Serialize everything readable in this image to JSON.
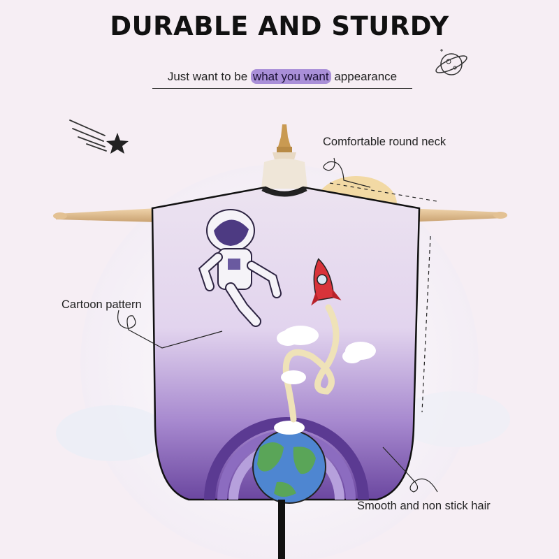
{
  "heading": {
    "title": "DURABLE AND STURDY",
    "subtitle_before": "Just want to be",
    "subtitle_highlight": "what you want",
    "subtitle_after": "appearance"
  },
  "callouts": {
    "neck": "Comfortable round neck",
    "cartoon": "Cartoon pattern",
    "smooth": "Smooth and non stick hair"
  },
  "colors": {
    "highlight": "#a98fd8",
    "cape_top": "#e8dcee",
    "cape_bottom": "#6e4aa3",
    "mannequin": "#e2bf94"
  },
  "icons": [
    "planet-icon",
    "shooting-star-icon",
    "astronaut-icon",
    "rocket-icon",
    "earth-icon",
    "rainbow-icon",
    "cloud-icon"
  ]
}
